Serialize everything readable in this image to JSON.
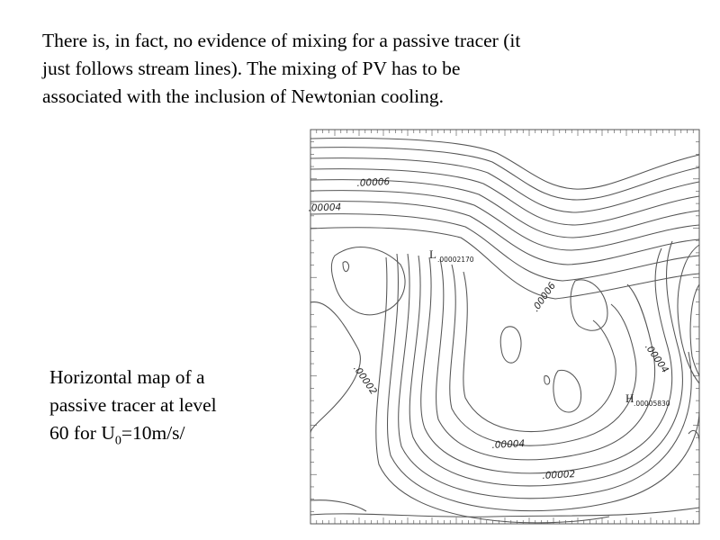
{
  "slide": {
    "heading_lines": [
      "There is, in fact, no evidence of mixing for a passive tracer (it",
      "just follows stream lines).  The mixing of PV has to be",
      "associated with the inclusion of Newtonian cooling."
    ],
    "caption": {
      "line1": "Horizontal map of a",
      "line2": "passive tracer at level",
      "line3_pre": "60 for U",
      "line3_sub": "0",
      "line3_post": "=10m/s/"
    }
  },
  "map": {
    "contour_labels": [
      ".00006",
      ".00004",
      ".00006",
      ".00002",
      ".00004",
      ".00004",
      ".00002"
    ],
    "low_marker": {
      "letter": "L",
      "value": ".00002170"
    },
    "high_marker": {
      "letter": "H",
      "value": ".00005830"
    },
    "colors": {
      "line": "#555555",
      "frame": "#555555"
    }
  }
}
